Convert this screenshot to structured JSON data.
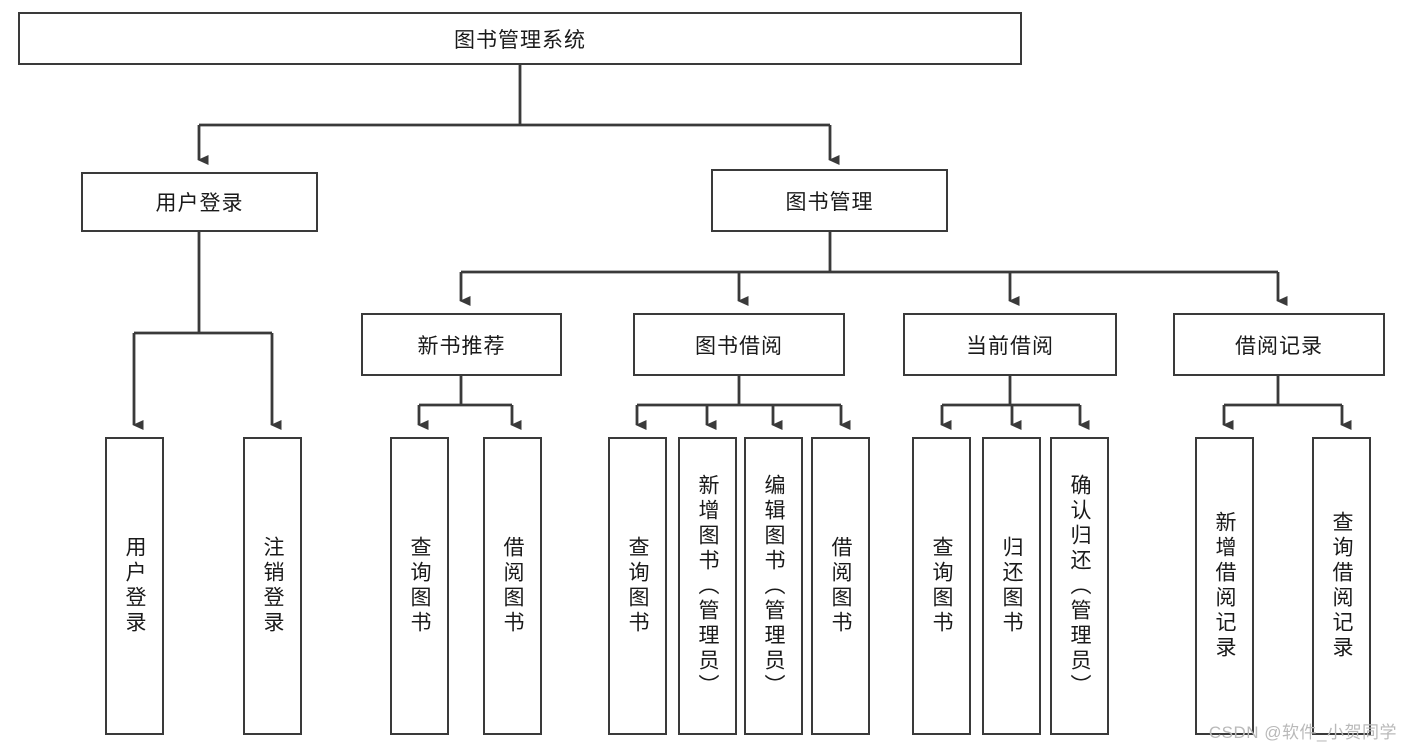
{
  "diagram": {
    "title_node": {
      "label": "图书管理系统"
    },
    "level2": [
      {
        "id": "user-login",
        "label": "用户登录"
      },
      {
        "id": "book-manage",
        "label": "图书管理"
      }
    ],
    "level3": [
      {
        "id": "new-book-recommend",
        "label": "新书推荐"
      },
      {
        "id": "book-borrow",
        "label": "图书借阅"
      },
      {
        "id": "current-borrow",
        "label": "当前借阅"
      },
      {
        "id": "borrow-record",
        "label": "借阅记录"
      }
    ],
    "leaves": {
      "user_login": [
        {
          "id": "leaf-user-login",
          "label": "用户登录"
        },
        {
          "id": "leaf-logout-login",
          "label": "注销登录"
        }
      ],
      "new_book_recommend": [
        {
          "id": "leaf-query-book-1",
          "label": "查询图书"
        },
        {
          "id": "leaf-borrow-book-1",
          "label": "借阅图书"
        }
      ],
      "book_borrow": [
        {
          "id": "leaf-query-book-2",
          "label": "查询图书"
        },
        {
          "id": "leaf-add-book",
          "label": "新增图书（管理员）"
        },
        {
          "id": "leaf-edit-book",
          "label": "编辑图书（管理员）"
        },
        {
          "id": "leaf-borrow-book-2",
          "label": "借阅图书"
        }
      ],
      "current_borrow": [
        {
          "id": "leaf-query-book-3",
          "label": "查询图书"
        },
        {
          "id": "leaf-return-book",
          "label": "归还图书"
        },
        {
          "id": "leaf-confirm-return",
          "label": "确认归还（管理员）"
        }
      ],
      "borrow_record": [
        {
          "id": "leaf-add-record",
          "label": "新增借阅记录"
        },
        {
          "id": "leaf-query-record",
          "label": "查询借阅记录"
        }
      ]
    }
  },
  "watermark": {
    "text": "CSDN @软件_小贺同学"
  },
  "colors": {
    "stroke": "#3a3a3a",
    "text": "#1a1a1a",
    "background": "#ffffff",
    "watermark": "#b9b9b9"
  }
}
